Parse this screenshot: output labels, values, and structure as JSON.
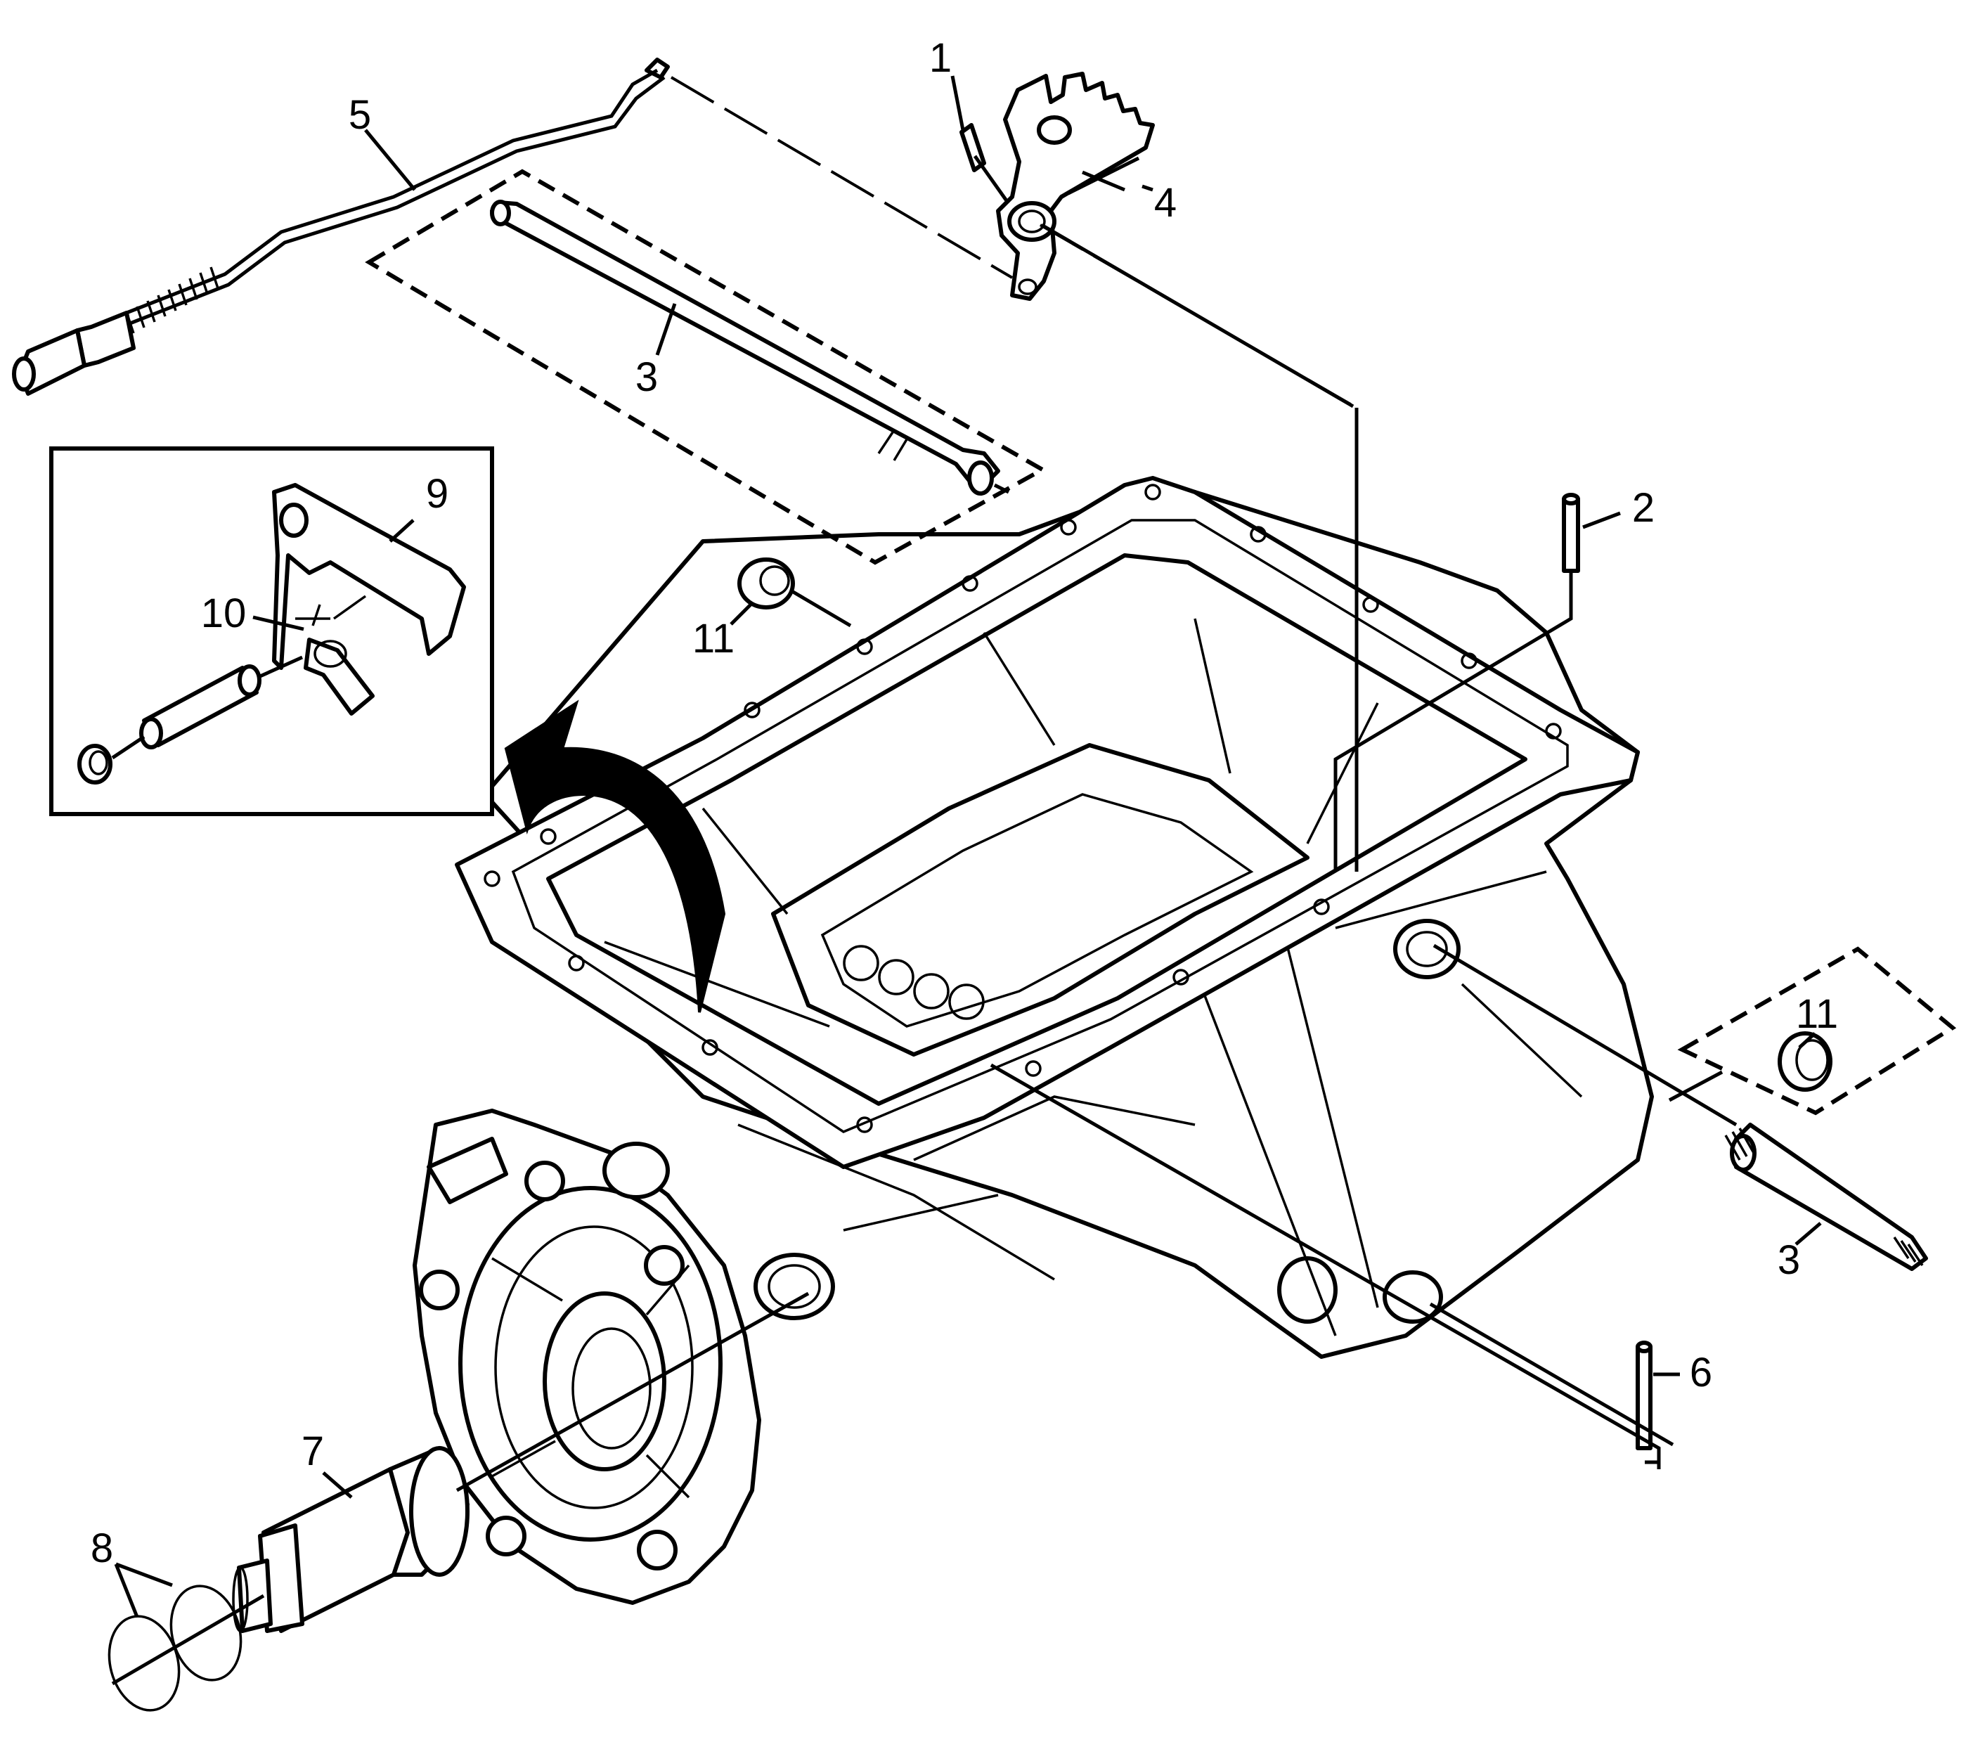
{
  "diagram": {
    "type": "exploded-parts-view",
    "callouts": [
      {
        "id": "c1",
        "text": "1"
      },
      {
        "id": "c2",
        "text": "2"
      },
      {
        "id": "c3a",
        "text": "3"
      },
      {
        "id": "c3b",
        "text": "3"
      },
      {
        "id": "c4",
        "text": "4"
      },
      {
        "id": "c5",
        "text": "5"
      },
      {
        "id": "c6",
        "text": "6"
      },
      {
        "id": "c7",
        "text": "7"
      },
      {
        "id": "c8",
        "text": "8"
      },
      {
        "id": "c9",
        "text": "9"
      },
      {
        "id": "c10",
        "text": "10"
      },
      {
        "id": "c11a",
        "text": "11"
      },
      {
        "id": "c11b",
        "text": "11"
      }
    ],
    "colors": {
      "line": "#000000",
      "background": "#ffffff",
      "arrow": "#000000"
    }
  }
}
